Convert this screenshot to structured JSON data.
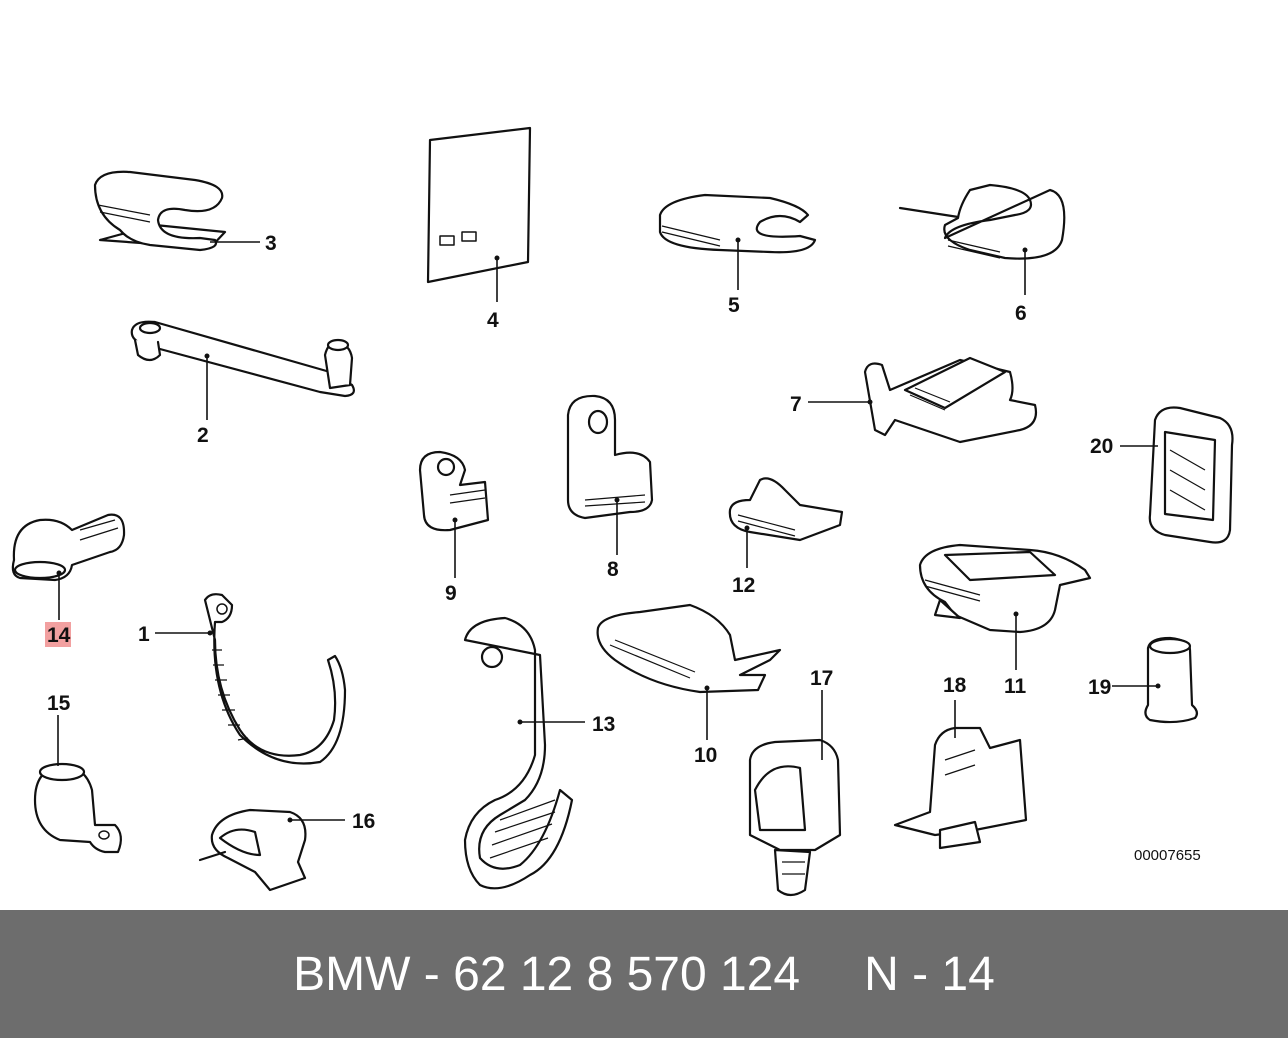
{
  "diagram": {
    "callouts": {
      "c1": "1",
      "c2": "2",
      "c3": "3",
      "c4": "4",
      "c5": "5",
      "c6": "6",
      "c7": "7",
      "c8": "8",
      "c9": "9",
      "c10": "10",
      "c11": "11",
      "c12": "12",
      "c13": "13",
      "c14": "14",
      "c15": "15",
      "c16": "16",
      "c17": "17",
      "c18": "18",
      "c19": "19",
      "c20": "20"
    },
    "highlighted_callout": "14",
    "highlight_color": "#f2a0a0",
    "reference_number": "00007655"
  },
  "footer": {
    "part_label": "BMW - 62 12 8 570 124",
    "position_label": "N - 14",
    "background_color": "#6d6d6d"
  }
}
